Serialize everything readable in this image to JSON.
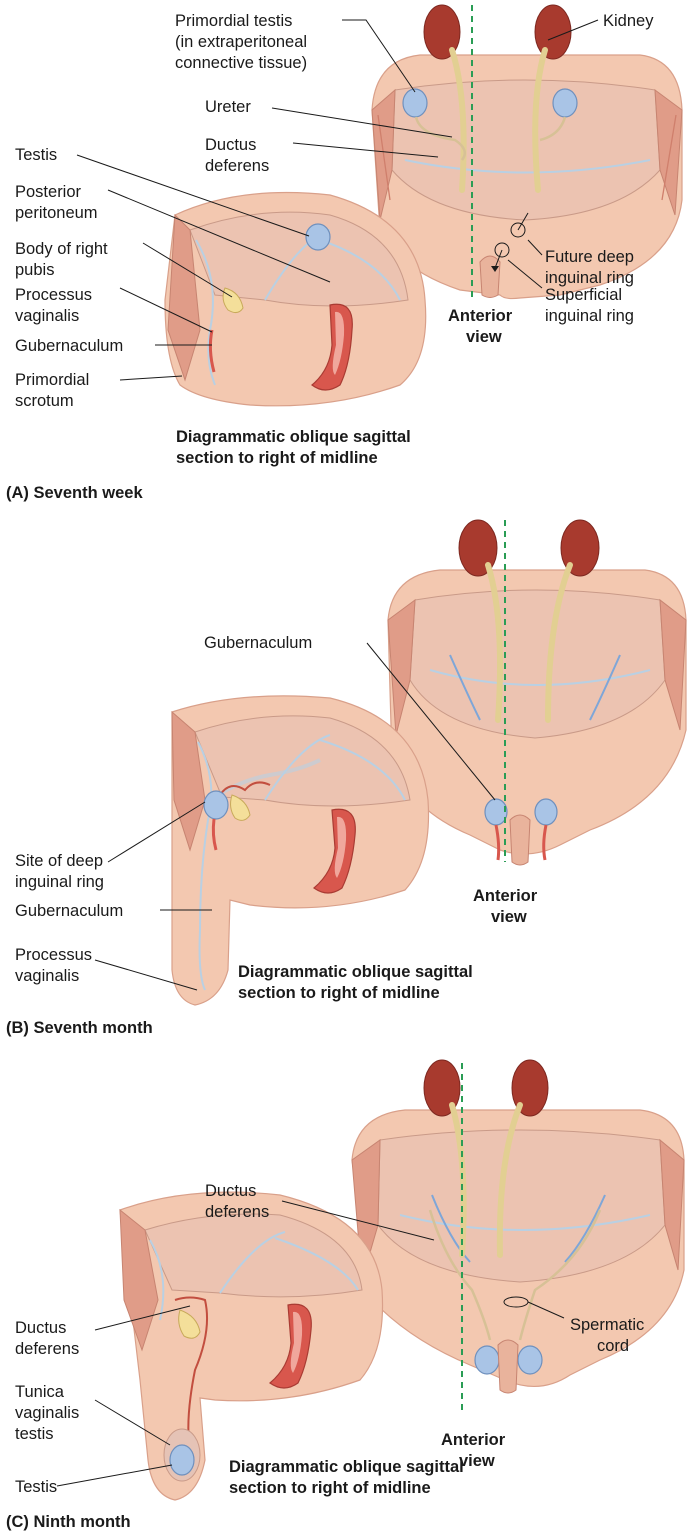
{
  "panel_a": {
    "caption": "(A) Seventh week",
    "section_line1": "Diagrammatic oblique sagittal",
    "section_line2": "section to right of midline",
    "anterior": "Anterior",
    "view": "view",
    "labels": {
      "primordial_testis_1": "Primordial testis",
      "primordial_testis_2": "(in extraperitoneal",
      "primordial_testis_3": "connective tissue)",
      "kidney": "Kidney",
      "ureter": "Ureter",
      "ductus_1": "Ductus",
      "ductus_2": "deferens",
      "testis": "Testis",
      "posterior_1": "Posterior",
      "posterior_2": "peritoneum",
      "body_pubis_1": "Body of right",
      "body_pubis_2": "pubis",
      "processus_1": "Processus",
      "processus_2": "vaginalis",
      "gubernaculum": "Gubernaculum",
      "primordial_scrotum_1": "Primordial",
      "primordial_scrotum_2": "scrotum",
      "future_deep_1": "Future deep",
      "future_deep_2": "inguinal ring",
      "superficial_1": "Superficial",
      "superficial_2": "inguinal ring"
    }
  },
  "panel_b": {
    "caption": "(B) Seventh month",
    "section_line1": "Diagrammatic oblique sagittal",
    "section_line2": "section to right of midline",
    "anterior": "Anterior",
    "view": "view",
    "labels": {
      "gubernaculum_top": "Gubernaculum",
      "site_deep_1": "Site of deep",
      "site_deep_2": "inguinal ring",
      "gubernaculum": "Gubernaculum",
      "processus_1": "Processus",
      "processus_2": "vaginalis"
    }
  },
  "panel_c": {
    "caption": "(C) Ninth month",
    "section_line1": "Diagrammatic oblique sagittal",
    "section_line2": "section to right of midline",
    "anterior": "Anterior",
    "view": "view",
    "labels": {
      "ductus_top_1": "Ductus",
      "ductus_top_2": "deferens",
      "spermatic_1": "Spermatic",
      "spermatic_2": "cord",
      "ductus_1": "Ductus",
      "ductus_2": "deferens",
      "tunica_1": "Tunica",
      "tunica_2": "vaginalis",
      "tunica_3": "testis",
      "testis": "Testis"
    }
  }
}
